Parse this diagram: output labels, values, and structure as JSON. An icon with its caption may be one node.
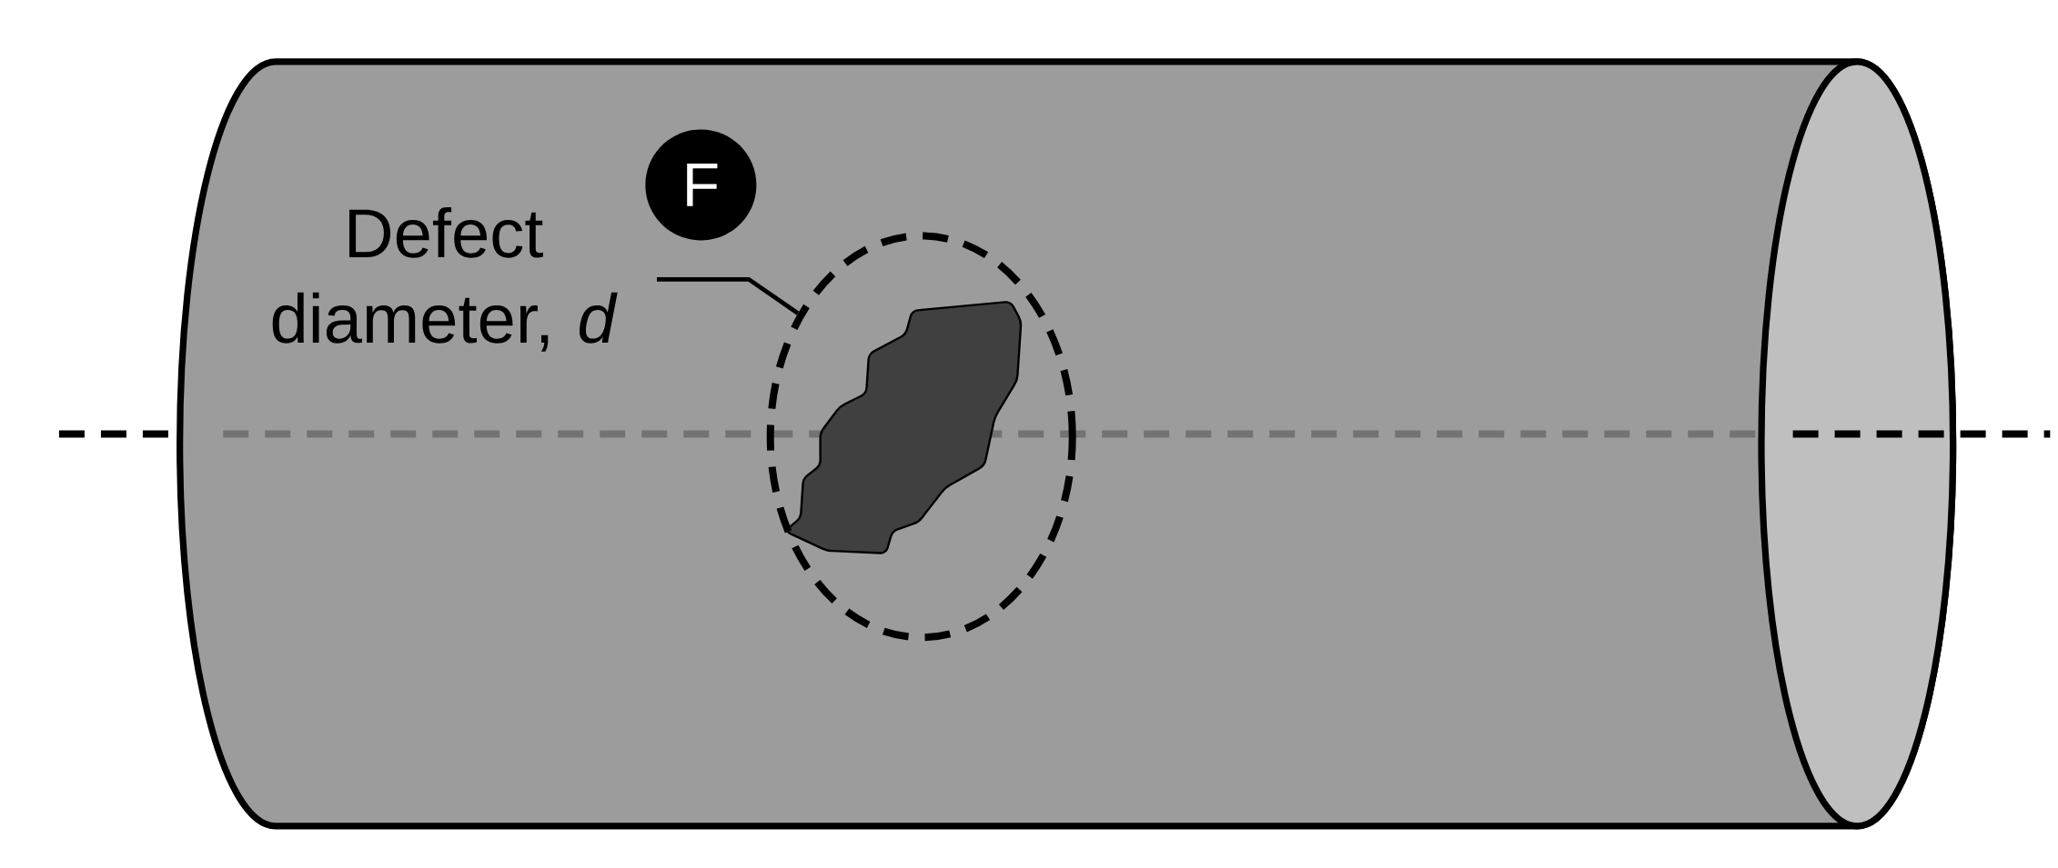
{
  "diagram": {
    "nodes": [
      {
        "text": [
          "F"
        ]
      },
      {
        "text": [
          "Defect diameter, *d*"
        ]
      },
      {
        "text": [],
        "shape": "circle"
      }
    ],
    "edges": [
      {
        "from": 1,
        "to": 2,
        "arrow": "none"
      }
    ]
  }
}
